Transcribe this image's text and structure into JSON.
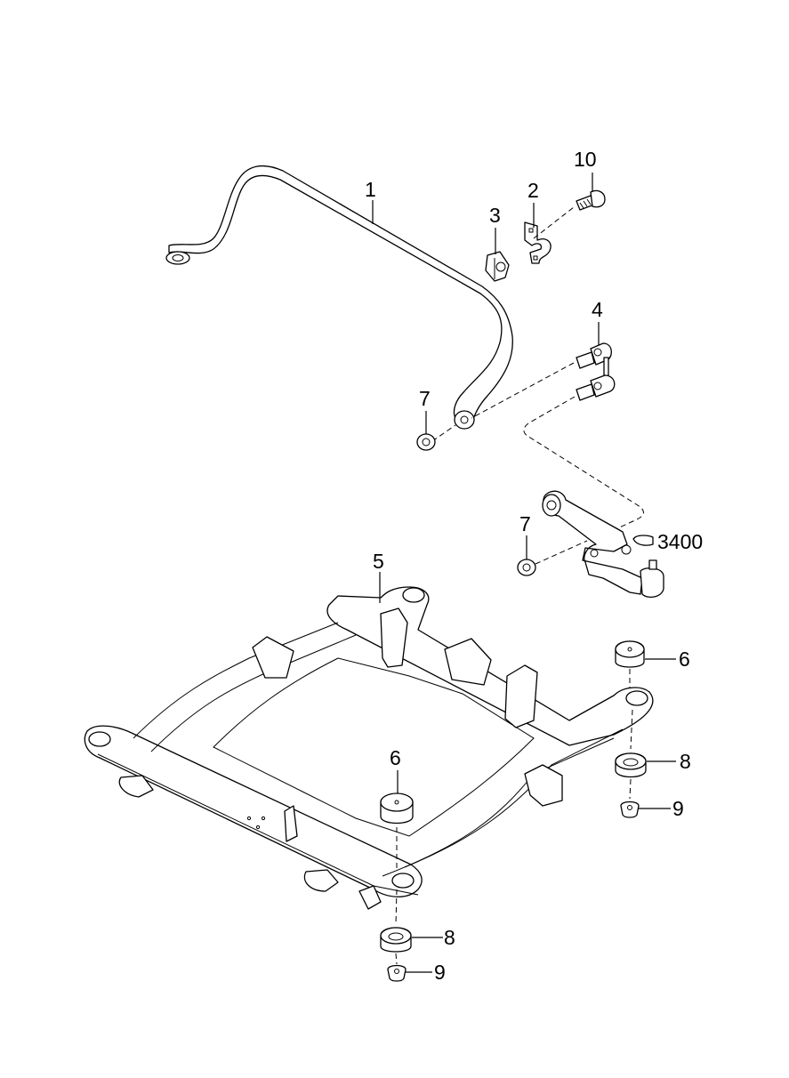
{
  "diagram": {
    "type": "exploded-parts-view",
    "subject": "front crossmember / stabilizer bar assembly",
    "callouts": [
      {
        "id": "c1",
        "label": "1",
        "part": "stabilizer bar"
      },
      {
        "id": "c2",
        "label": "2",
        "part": "stabilizer bracket clamp"
      },
      {
        "id": "c3",
        "label": "3",
        "part": "stabilizer bushing"
      },
      {
        "id": "c4",
        "label": "4",
        "part": "stabilizer link"
      },
      {
        "id": "c5",
        "label": "5",
        "part": "crossmember"
      },
      {
        "id": "c6a",
        "label": "6",
        "part": "upper mount insulator (rear)"
      },
      {
        "id": "c6b",
        "label": "6",
        "part": "upper mount insulator (front)"
      },
      {
        "id": "c7a",
        "label": "7",
        "part": "nut (bar to link)"
      },
      {
        "id": "c7b",
        "label": "7",
        "part": "nut (link to arm)"
      },
      {
        "id": "c8a",
        "label": "8",
        "part": "lower mount insulator (rear)"
      },
      {
        "id": "c8b",
        "label": "8",
        "part": "lower mount insulator (front)"
      },
      {
        "id": "c9a",
        "label": "9",
        "part": "nut (rear)"
      },
      {
        "id": "c9b",
        "label": "9",
        "part": "nut (front)"
      },
      {
        "id": "c10",
        "label": "10",
        "part": "bolt"
      },
      {
        "id": "ref3400",
        "label": "3400",
        "part": "reference group: lower arm"
      }
    ]
  }
}
